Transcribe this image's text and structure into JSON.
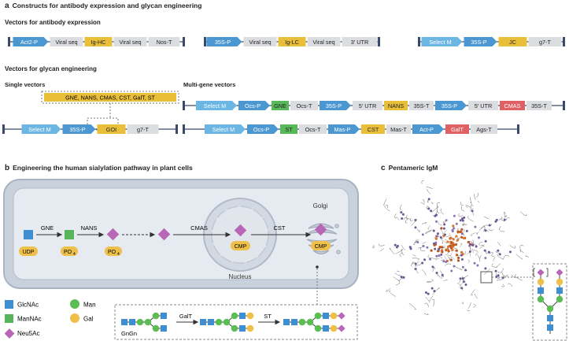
{
  "panel_a": {
    "letter": "a",
    "title": "Constructs for antibody expression and glycan engineering",
    "sub1": "Vectors for antibody expression",
    "sub2": "Vectors for glycan engineering",
    "single_label": "Single vectors",
    "multi_label": "Multi-gene vectors",
    "goi_list": "GNE, NANS, CMAS, CST, GalT, ST",
    "constructs": {
      "c1": [
        "Act2-P",
        "Viral seq",
        "Ig-HC",
        "Viral seq",
        "Nos-T"
      ],
      "c2": [
        "35S-P",
        "Viral seq",
        "Ig-LC",
        "Viral seq",
        "3′ UTR"
      ],
      "c3": [
        "Select M",
        "35S-P",
        "JC",
        "g7-T"
      ],
      "c4": [
        "Select M",
        "35S-P",
        "GOI",
        "g7-T"
      ],
      "c5": [
        "Select M",
        "Ocs-P",
        "GNE",
        "Ocs-T",
        "35S-P",
        "5′ UTR",
        "NANS",
        "35S-T",
        "35S-P",
        "5′ UTR",
        "CMAS",
        "35S-T"
      ],
      "c6": [
        "Select M",
        "Ocs-P",
        "ST",
        "Ocs-T",
        "Mas-P",
        "CST",
        "Mas-T",
        "Act-P",
        "GalT",
        "Ags-T"
      ]
    }
  },
  "panel_b": {
    "letter": "b",
    "title": "Engineering the human sialylation pathway in plant cells",
    "steps": {
      "gne": "GNE",
      "nans": "NANS",
      "cmas": "CMAS",
      "cst": "CST",
      "galt": "GalT",
      "st": "ST"
    },
    "badges": {
      "udp": "UDP",
      "po4_a": "PO",
      "po4_b": "PO",
      "sub4": "4",
      "cmp_nucleus": "CMP",
      "cmp_golgi": "CMP"
    },
    "labels": {
      "golgi": "Golgi",
      "nucleus": "Nucleus",
      "gngn": "GnGn"
    },
    "legend": [
      "GlcNAc",
      "ManNAc",
      "Neu5Ac",
      "Man",
      "Gal"
    ]
  },
  "panel_c": {
    "letter": "c",
    "title": "Pentameric IgM"
  },
  "colors": {
    "promoter_blue": "#4a97d2",
    "select_blue": "#6cb6e3",
    "gene_yellow": "#e9bf3a",
    "gene_green": "#59b85a",
    "gene_red": "#e06163",
    "terminator_gray": "#dcdde0",
    "glcnac_blue": "#3d8fd1",
    "mannac_green": "#56b45a",
    "neu5ac_purple": "#b866b6",
    "man_green": "#5bbd53",
    "gal_yellow": "#eec04a",
    "cell_fill": "#cdd5df"
  }
}
